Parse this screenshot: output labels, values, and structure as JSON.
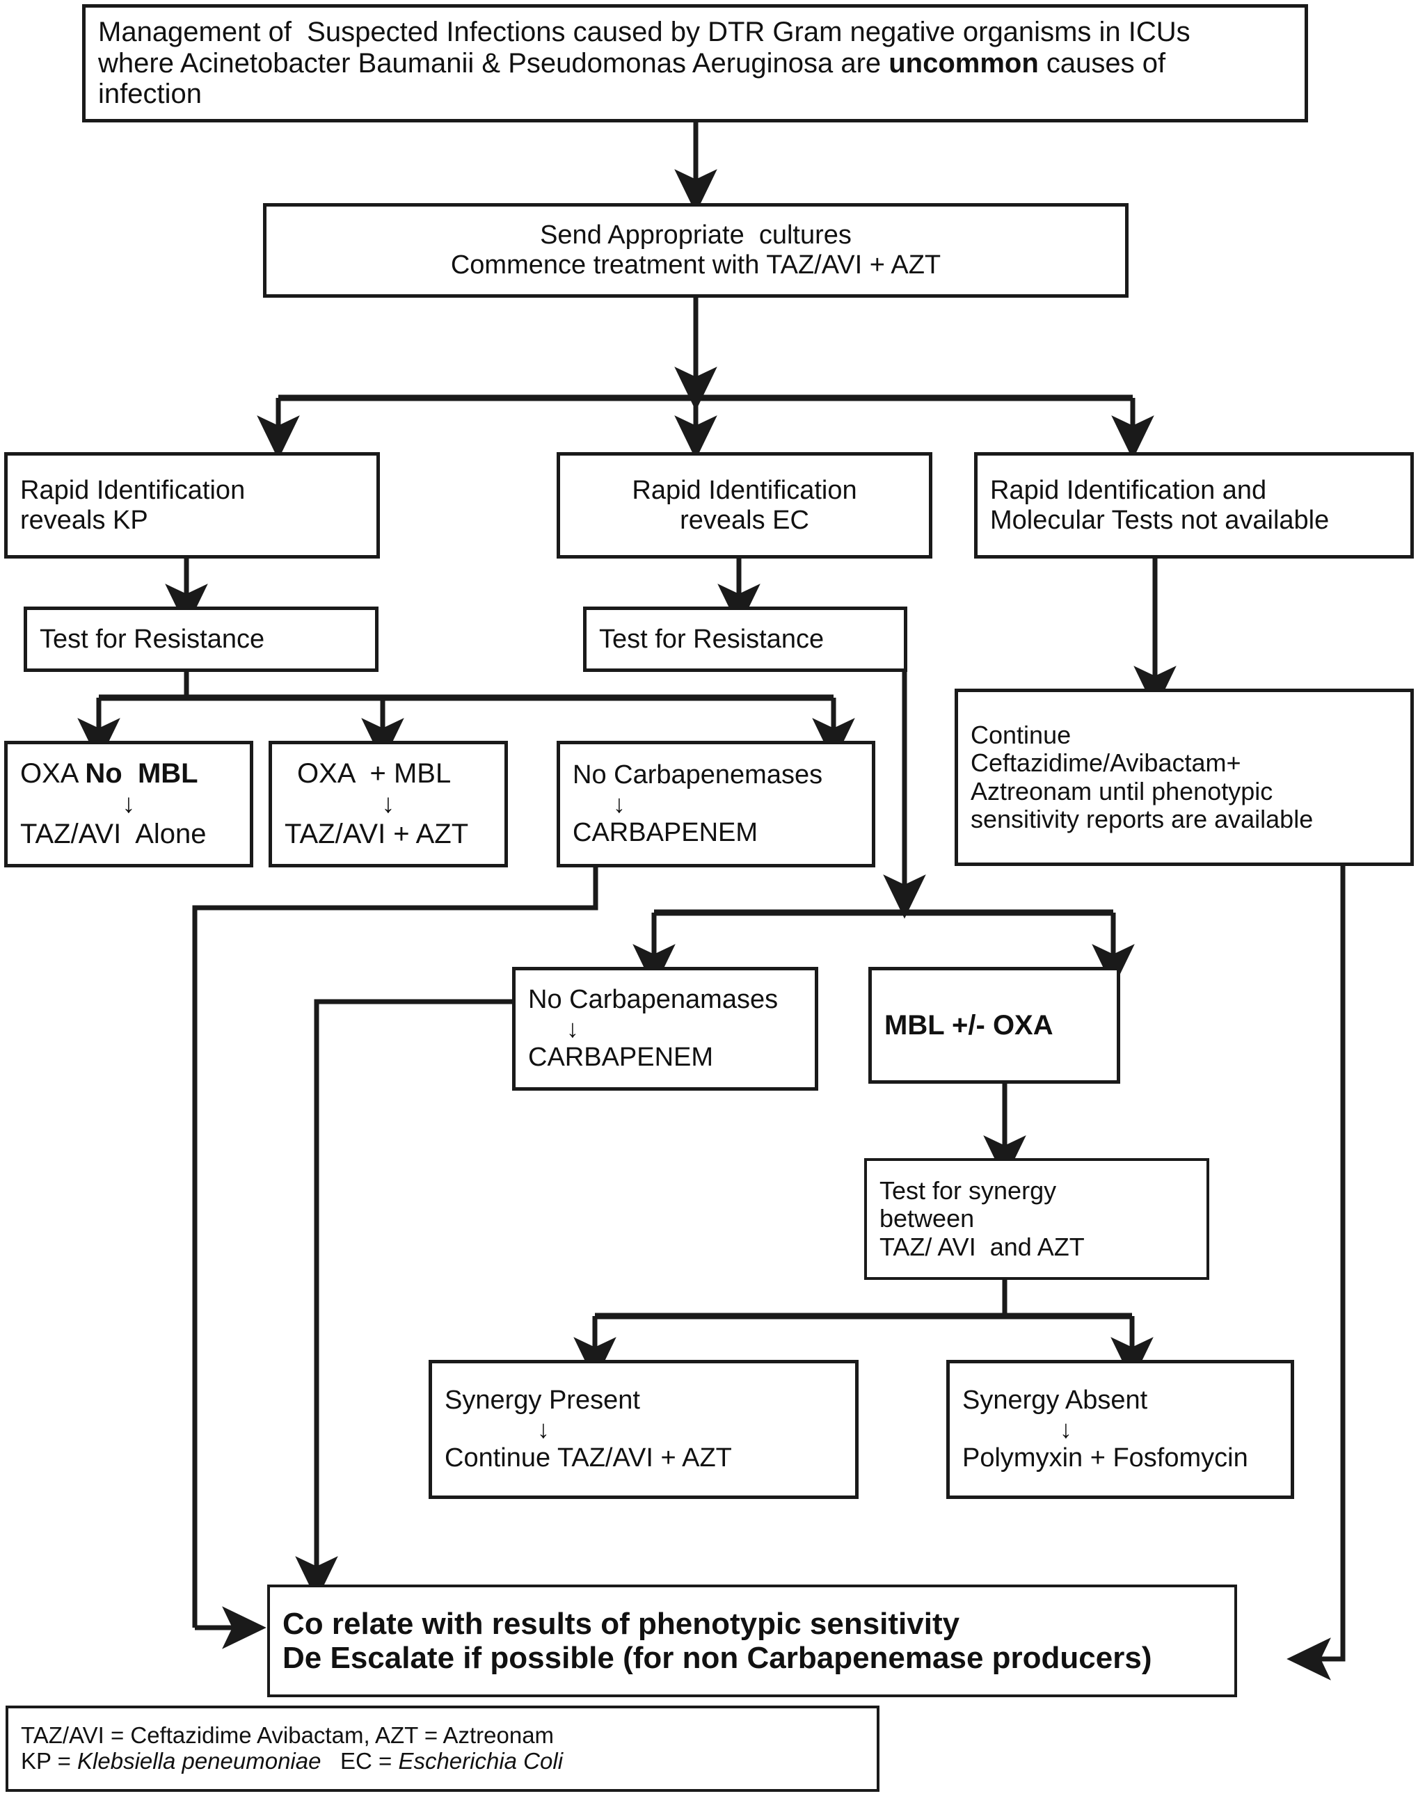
{
  "title": "Management of Suspected Infections caused by DTR Gram negative organisms in ICUs",
  "nodes": {
    "title_box": {
      "line1_a": "Management of  Suspected Infections caused by DTR Gram negative organisms in ICUs",
      "line2_a": "where Acinetobacter Baumanii & Pseudomonas Aeruginosa are ",
      "line2_bold": "uncommon",
      "line2_b": " causes of",
      "line3": "infection"
    },
    "cultures": {
      "line1": "Send Appropriate  cultures",
      "line2": "Commence treatment with TAZ/AVI + AZT"
    },
    "rapid_kp": {
      "line1": "Rapid Identification",
      "line2": "reveals KP"
    },
    "rapid_ec": {
      "line1": "Rapid Identification",
      "line2": "reveals EC"
    },
    "rapid_none": {
      "line1": "Rapid Identification and",
      "line2": "Molecular Tests not available"
    },
    "test_resistance_kp": {
      "line1": "Test for Resistance"
    },
    "test_resistance_ec": {
      "line1": "Test for Resistance"
    },
    "oxa_no_mbl": {
      "line1_a": "OXA ",
      "line1_bold": "No  MBL",
      "arrow": "↓",
      "line2": "TAZ/AVI  Alone"
    },
    "oxa_plus_mbl": {
      "line1": "OXA  + MBL",
      "arrow": "↓",
      "line2": "TAZ/AVI + AZT"
    },
    "no_carbapenemases_kp": {
      "line1": "No Carbapenemases",
      "arrow": "↓",
      "line2": "CARBAPENEM"
    },
    "continue_caz_avi": {
      "line1": "Continue",
      "line2": "Ceftazidime/Avibactam+",
      "line3": "Aztreonam until phenotypic",
      "line4": "sensitivity reports are available"
    },
    "no_carbapenamases_ec": {
      "line1": "No Carbapenamases",
      "arrow": "↓",
      "line2": "CARBAPENEM"
    },
    "mbl_oxa": {
      "line1": "MBL +/- OXA"
    },
    "test_synergy": {
      "line1": "Test for synergy",
      "line2": "between",
      "line3": "TAZ/ AVI  and AZT"
    },
    "synergy_present": {
      "line1": "Synergy Present",
      "arrow": "↓",
      "line2": "Continue TAZ/AVI + AZT"
    },
    "synergy_absent": {
      "line1": "Synergy Absent",
      "arrow": "↓",
      "line2": "Polymyxin + Fosfomycin"
    },
    "correlate": {
      "line1": "Co relate with results of phenotypic sensitivity",
      "line2": "De Escalate if possible (for non Carbapenemase producers)"
    },
    "legend": {
      "line1": "TAZ/AVI = Ceftazidime Avibactam, AZT = Aztreonam",
      "line2_a": "KP = ",
      "line2_i1": "Klebsiella peneumoniae",
      "line2_b": "   EC = ",
      "line2_i2": "Escherichia Coli"
    }
  },
  "colors": {
    "stroke": "#1a1a1a",
    "text": "#111111",
    "background": "#ffffff"
  }
}
